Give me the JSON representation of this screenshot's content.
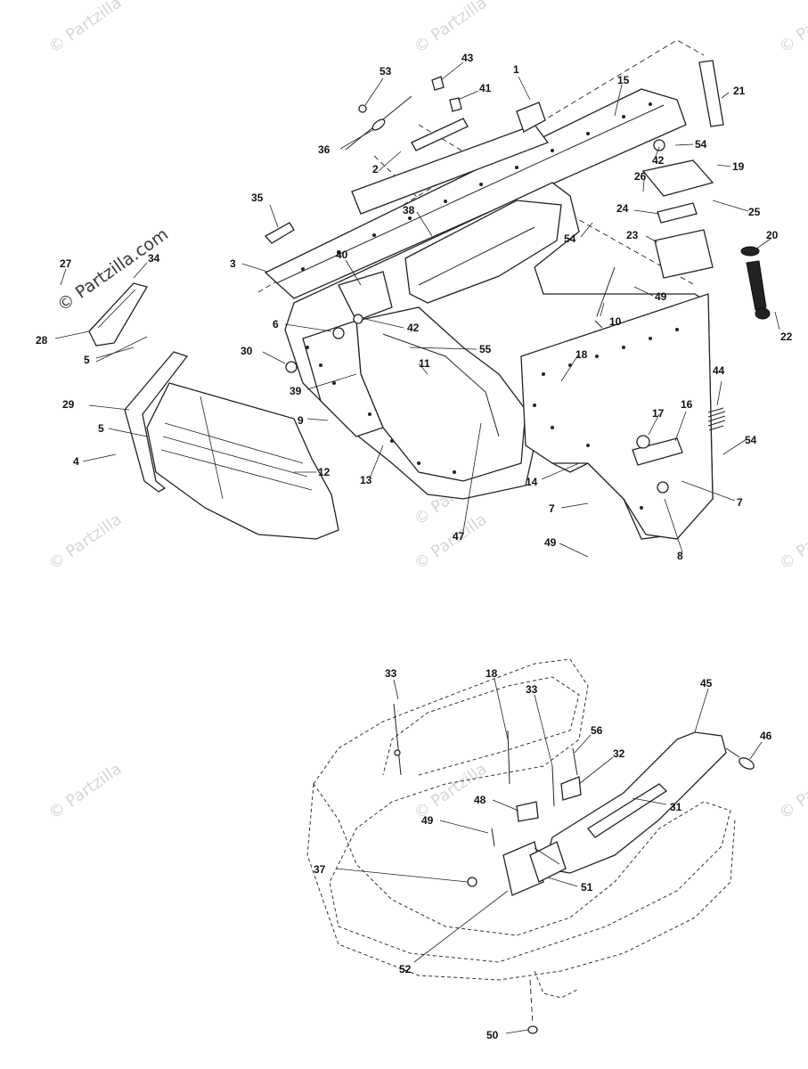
{
  "watermark": {
    "text": "© Partzilla",
    "prominent_text": "© Partzilla.com",
    "color": "#d6d6d6"
  },
  "callouts": [
    {
      "id": "c53",
      "text": "53"
    },
    {
      "id": "c43",
      "text": "43"
    },
    {
      "id": "c1",
      "text": "1"
    },
    {
      "id": "c41",
      "text": "41"
    },
    {
      "id": "c15",
      "text": "15"
    },
    {
      "id": "c21",
      "text": "21"
    },
    {
      "id": "c36",
      "text": "36"
    },
    {
      "id": "c2",
      "text": "2"
    },
    {
      "id": "c42a",
      "text": "42"
    },
    {
      "id": "c54a",
      "text": "54"
    },
    {
      "id": "c19",
      "text": "19"
    },
    {
      "id": "c26",
      "text": "26"
    },
    {
      "id": "c25",
      "text": "25"
    },
    {
      "id": "c35",
      "text": "35"
    },
    {
      "id": "c38",
      "text": "38"
    },
    {
      "id": "c24",
      "text": "24"
    },
    {
      "id": "c54b",
      "text": "54"
    },
    {
      "id": "c23",
      "text": "23"
    },
    {
      "id": "c20",
      "text": "20"
    },
    {
      "id": "c27",
      "text": "27"
    },
    {
      "id": "c34",
      "text": "34"
    },
    {
      "id": "c3",
      "text": "3"
    },
    {
      "id": "c40",
      "text": "40"
    },
    {
      "id": "c49a",
      "text": "49"
    },
    {
      "id": "c10",
      "text": "10"
    },
    {
      "id": "c22",
      "text": "22"
    },
    {
      "id": "c28",
      "text": "28"
    },
    {
      "id": "c6",
      "text": "6"
    },
    {
      "id": "c42b",
      "text": "42"
    },
    {
      "id": "c55",
      "text": "55"
    },
    {
      "id": "c5a",
      "text": "5"
    },
    {
      "id": "c30",
      "text": "30"
    },
    {
      "id": "c11",
      "text": "11"
    },
    {
      "id": "c18a",
      "text": "18"
    },
    {
      "id": "c44",
      "text": "44"
    },
    {
      "id": "c39",
      "text": "39"
    },
    {
      "id": "c29",
      "text": "29"
    },
    {
      "id": "c9",
      "text": "9"
    },
    {
      "id": "c17",
      "text": "17"
    },
    {
      "id": "c16",
      "text": "16"
    },
    {
      "id": "c54c",
      "text": "54"
    },
    {
      "id": "c5b",
      "text": "5"
    },
    {
      "id": "c12",
      "text": "12"
    },
    {
      "id": "c4",
      "text": "4"
    },
    {
      "id": "c13",
      "text": "13"
    },
    {
      "id": "c14",
      "text": "14"
    },
    {
      "id": "c7a",
      "text": "7"
    },
    {
      "id": "c7b",
      "text": "7"
    },
    {
      "id": "c47",
      "text": "47"
    },
    {
      "id": "c49b",
      "text": "49"
    },
    {
      "id": "c8",
      "text": "8"
    },
    {
      "id": "c33a",
      "text": "33"
    },
    {
      "id": "c18b",
      "text": "18"
    },
    {
      "id": "c33b",
      "text": "33"
    },
    {
      "id": "c45",
      "text": "45"
    },
    {
      "id": "c56",
      "text": "56"
    },
    {
      "id": "c46",
      "text": "46"
    },
    {
      "id": "c32",
      "text": "32"
    },
    {
      "id": "c48",
      "text": "48"
    },
    {
      "id": "c31",
      "text": "31"
    },
    {
      "id": "c49c",
      "text": "49"
    },
    {
      "id": "c37",
      "text": "37"
    },
    {
      "id": "c51",
      "text": "51"
    },
    {
      "id": "c52",
      "text": "52"
    },
    {
      "id": "c50",
      "text": "50"
    }
  ]
}
